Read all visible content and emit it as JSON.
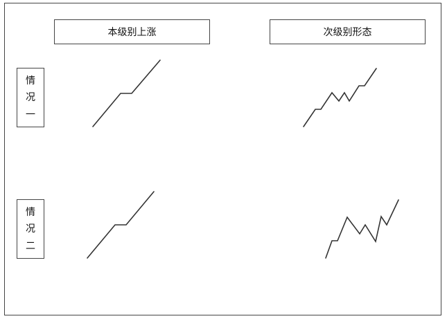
{
  "headers": {
    "left": "本级别上涨",
    "right": "次级别形态"
  },
  "cases": [
    {
      "chars": [
        "情",
        "况",
        "一"
      ]
    },
    {
      "chars": [
        "情",
        "况",
        "二"
      ]
    }
  ]
}
